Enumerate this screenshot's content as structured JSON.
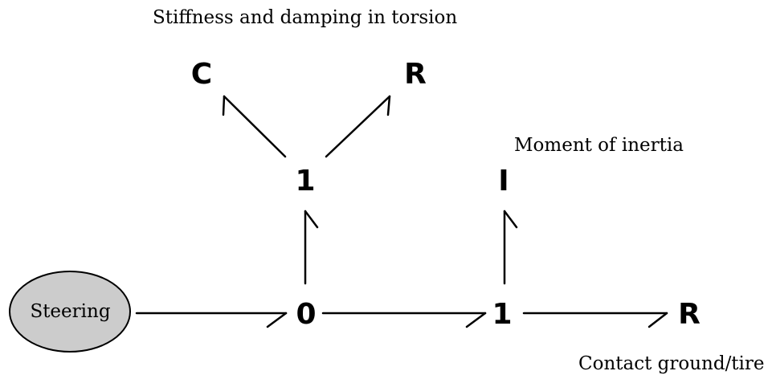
{
  "captions": {
    "torsion": "Stiffness and damping in torsion",
    "inertia": "Moment of inertia",
    "contact": "Contact ground/tire"
  },
  "nodes": {
    "c_top": "C",
    "r_top": "R",
    "one_upper": "1",
    "inertia": "I",
    "zero": "0",
    "one_lower": "1",
    "r_right": "R"
  },
  "source": {
    "label": "Steering",
    "fill": "#cccccc"
  }
}
